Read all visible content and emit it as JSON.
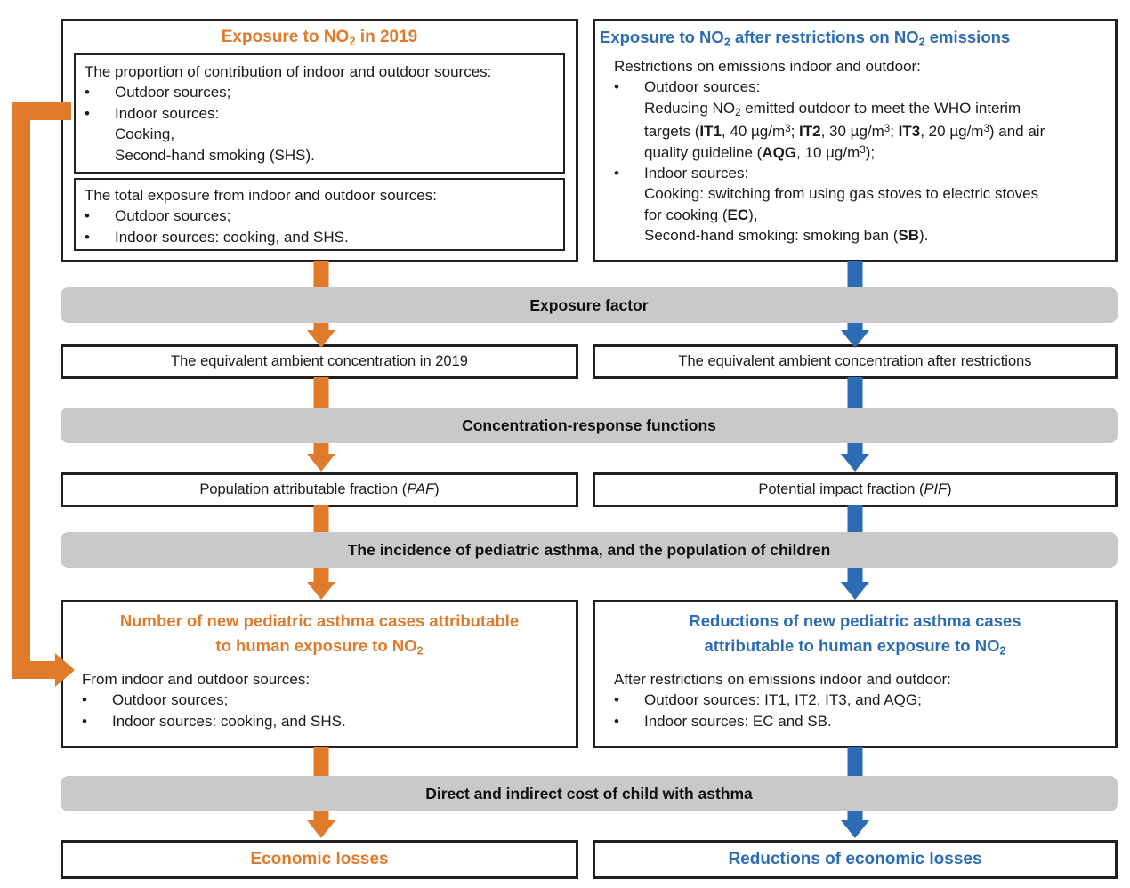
{
  "diagram": {
    "title": "Exposure to NO2 pediatric asthma burden flowchart",
    "colors": {
      "orange": "#E07B2C",
      "blue": "#2B6CB5",
      "band_gray": "#C9C9C9",
      "border": "#231F20"
    }
  },
  "left_column": {
    "heading_pre": "Exposure to NO",
    "heading_sub": "2",
    "heading_post": " in 2019",
    "box1": {
      "intro": "The proportion of contribution of indoor and outdoor sources:",
      "line_outdoor": "Outdoor sources;",
      "line_indoor": "Indoor sources:",
      "line_cooking": "Cooking,",
      "line_shs": "Second-hand smoking (SHS)."
    },
    "box2": {
      "intro": "The total exposure from indoor and outdoor sources:",
      "line_outdoor": "Outdoor sources;",
      "line_indoor": "Indoor sources: cooking, and SHS."
    },
    "concentration_box": "The equivalent ambient concentration in 2019",
    "fraction_box_pre": "Population attributable fraction (",
    "fraction_box_ital": "PAF",
    "fraction_box_post": ")",
    "outcome": {
      "heading_line1": "Number of new pediatric asthma cases attributable",
      "heading_line2_pre": "to human exposure to NO",
      "heading_line2_sub": "2",
      "intro": "From indoor and outdoor sources:",
      "line_outdoor": "Outdoor sources;",
      "line_indoor": "Indoor sources: cooking, and SHS."
    },
    "economic_box": "Economic losses"
  },
  "right_column": {
    "heading_pre": "Exposure to NO",
    "heading_sub1": "2",
    "heading_mid": " after restrictions on NO",
    "heading_sub2": "2",
    "heading_post": " emissions",
    "box1": {
      "intro": "Restrictions on emissions indoor and outdoor:",
      "line_outdoor": "Outdoor sources:",
      "reduce_pre": "Reducing NO",
      "reduce_sub": "2",
      "reduce_post": " emitted outdoor to meet the WHO interim",
      "targets_label": "targets (",
      "it1": "IT1",
      "it1_val": ", 40 µg/m",
      "it2": "IT2",
      "it2_val": ", 30 µg/m",
      "it3": "IT3",
      "it3_val": ", 20 µg/m",
      "targets_tail": ") and air",
      "aqg_pre": "quality guideline (",
      "aqg": "AQG",
      "aqg_val": ", 10 µg/m",
      "aqg_tail": ");",
      "sup3": "3",
      "line_indoor": "Indoor sources:",
      "cooking_pre": "Cooking: switching from using gas stoves to electric stoves",
      "cooking_post_pre": "for cooking (",
      "ec": "EC",
      "cooking_post_tail": "),",
      "shs_pre": "Second-hand smoking: smoking ban (",
      "sb": "SB",
      "shs_tail": ")."
    },
    "concentration_box": "The equivalent ambient concentration after restrictions",
    "fraction_box_pre": "Potential impact fraction (",
    "fraction_box_ital": "PIF",
    "fraction_box_post": ")",
    "outcome": {
      "heading_line1": "Reductions of new pediatric asthma cases",
      "heading_line2_pre": "attributable to human exposure to NO",
      "heading_line2_sub": "2",
      "intro": "After restrictions on emissions indoor and outdoor:",
      "line_outdoor": "Outdoor sources: IT1, IT2, IT3, and AQG;",
      "line_indoor": "Indoor sources: EC and SB."
    },
    "economic_box": "Reductions of economic losses"
  },
  "bands": {
    "band1": "Exposure factor",
    "band2": "Concentration-response functions",
    "band3": "The incidence of pediatric asthma, and the population of children",
    "band4": "Direct and indirect cost of child with asthma"
  }
}
